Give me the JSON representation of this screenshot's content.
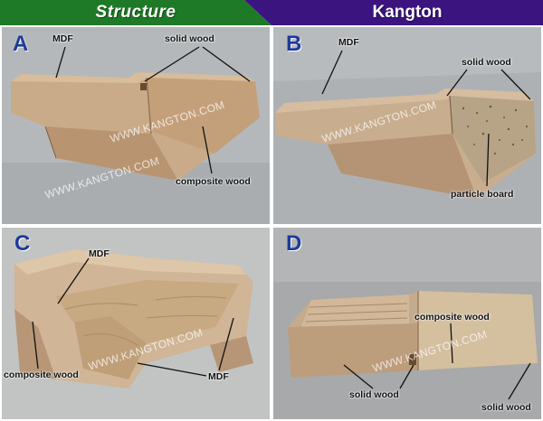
{
  "header": {
    "left_title": "Structure",
    "right_title": "Kangton",
    "left_color": "#1f7a28",
    "right_color": "#3b1480"
  },
  "watermark": "WWW.KANGTON.COM",
  "panels": {
    "a": {
      "letter": "A",
      "labels": {
        "mdf": "MDF",
        "solid_wood": "solid wood",
        "composite_wood": "composite wood"
      }
    },
    "b": {
      "letter": "B",
      "labels": {
        "mdf": "MDF",
        "solid_wood": "solid wood",
        "particle_board": "particle board"
      }
    },
    "c": {
      "letter": "C",
      "labels": {
        "mdf_top": "MDF",
        "composite_wood": "composite wood",
        "mdf_bottom": "MDF"
      }
    },
    "d": {
      "letter": "D",
      "labels": {
        "composite_wood": "composite wood",
        "solid_wood_left": "solid wood",
        "solid_wood_right": "solid wood"
      }
    }
  }
}
